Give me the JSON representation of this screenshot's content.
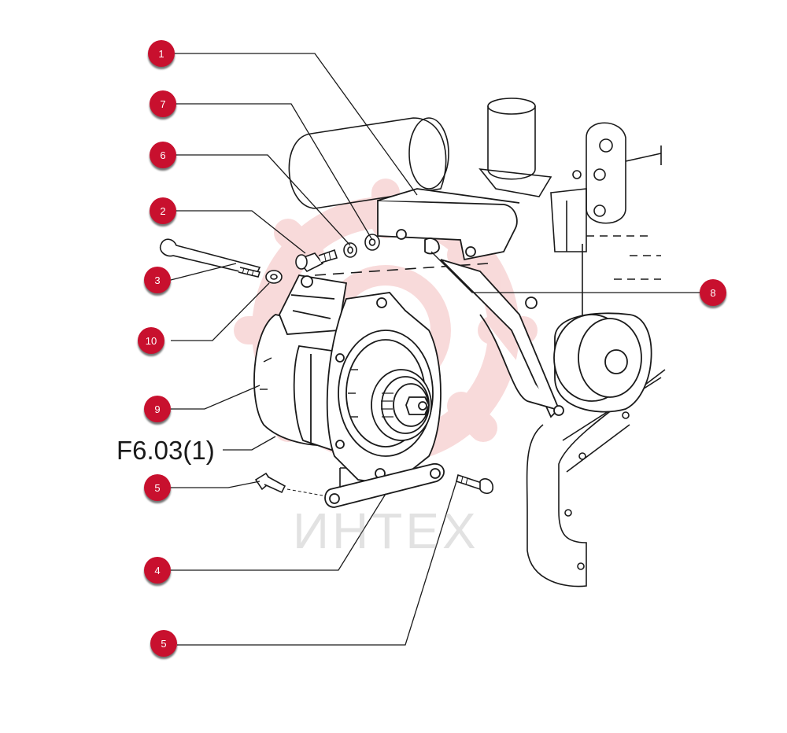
{
  "figure_ref": "F6.03(1)",
  "watermark_text": "ИНТЕХ",
  "colors": {
    "callout_badge": "#c8102e",
    "line_art": "#1a1a1a",
    "watermark": "#e05a5a",
    "watermark_text": "#9a9a9a"
  },
  "callouts": [
    {
      "id": "c1",
      "label": "1"
    },
    {
      "id": "c7",
      "label": "7"
    },
    {
      "id": "c6",
      "label": "6"
    },
    {
      "id": "c2",
      "label": "2"
    },
    {
      "id": "c3",
      "label": "3"
    },
    {
      "id": "c10",
      "label": "10"
    },
    {
      "id": "c9",
      "label": "9"
    },
    {
      "id": "c5a",
      "label": "5"
    },
    {
      "id": "c4",
      "label": "4"
    },
    {
      "id": "c5b",
      "label": "5"
    },
    {
      "id": "c8",
      "label": "8"
    }
  ]
}
